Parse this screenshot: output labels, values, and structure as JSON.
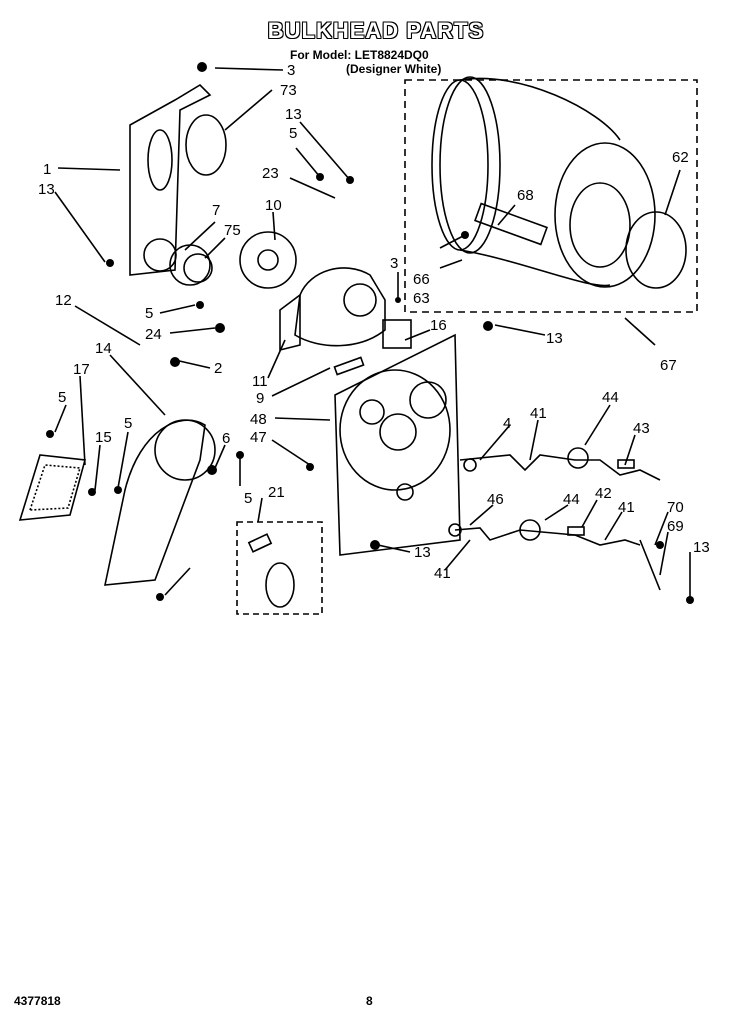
{
  "header": {
    "title": "BULKHEAD PARTS",
    "model_line": "For Model: LET8824DQ0",
    "color_line": "(Designer White)"
  },
  "footer": {
    "doc_number": "4377818",
    "page_number": "8"
  },
  "callouts": [
    "3",
    "73",
    "13",
    "5",
    "1",
    "13",
    "23",
    "10",
    "7",
    "75",
    "3",
    "12",
    "5",
    "24",
    "16",
    "13",
    "14",
    "2",
    "11",
    "9",
    "48",
    "47",
    "17",
    "5",
    "5",
    "15",
    "6",
    "5",
    "4",
    "41",
    "44",
    "43",
    "21",
    "46",
    "44",
    "42",
    "41",
    "70",
    "69",
    "13",
    "13",
    "41",
    "66",
    "63",
    "68",
    "62",
    "67"
  ]
}
